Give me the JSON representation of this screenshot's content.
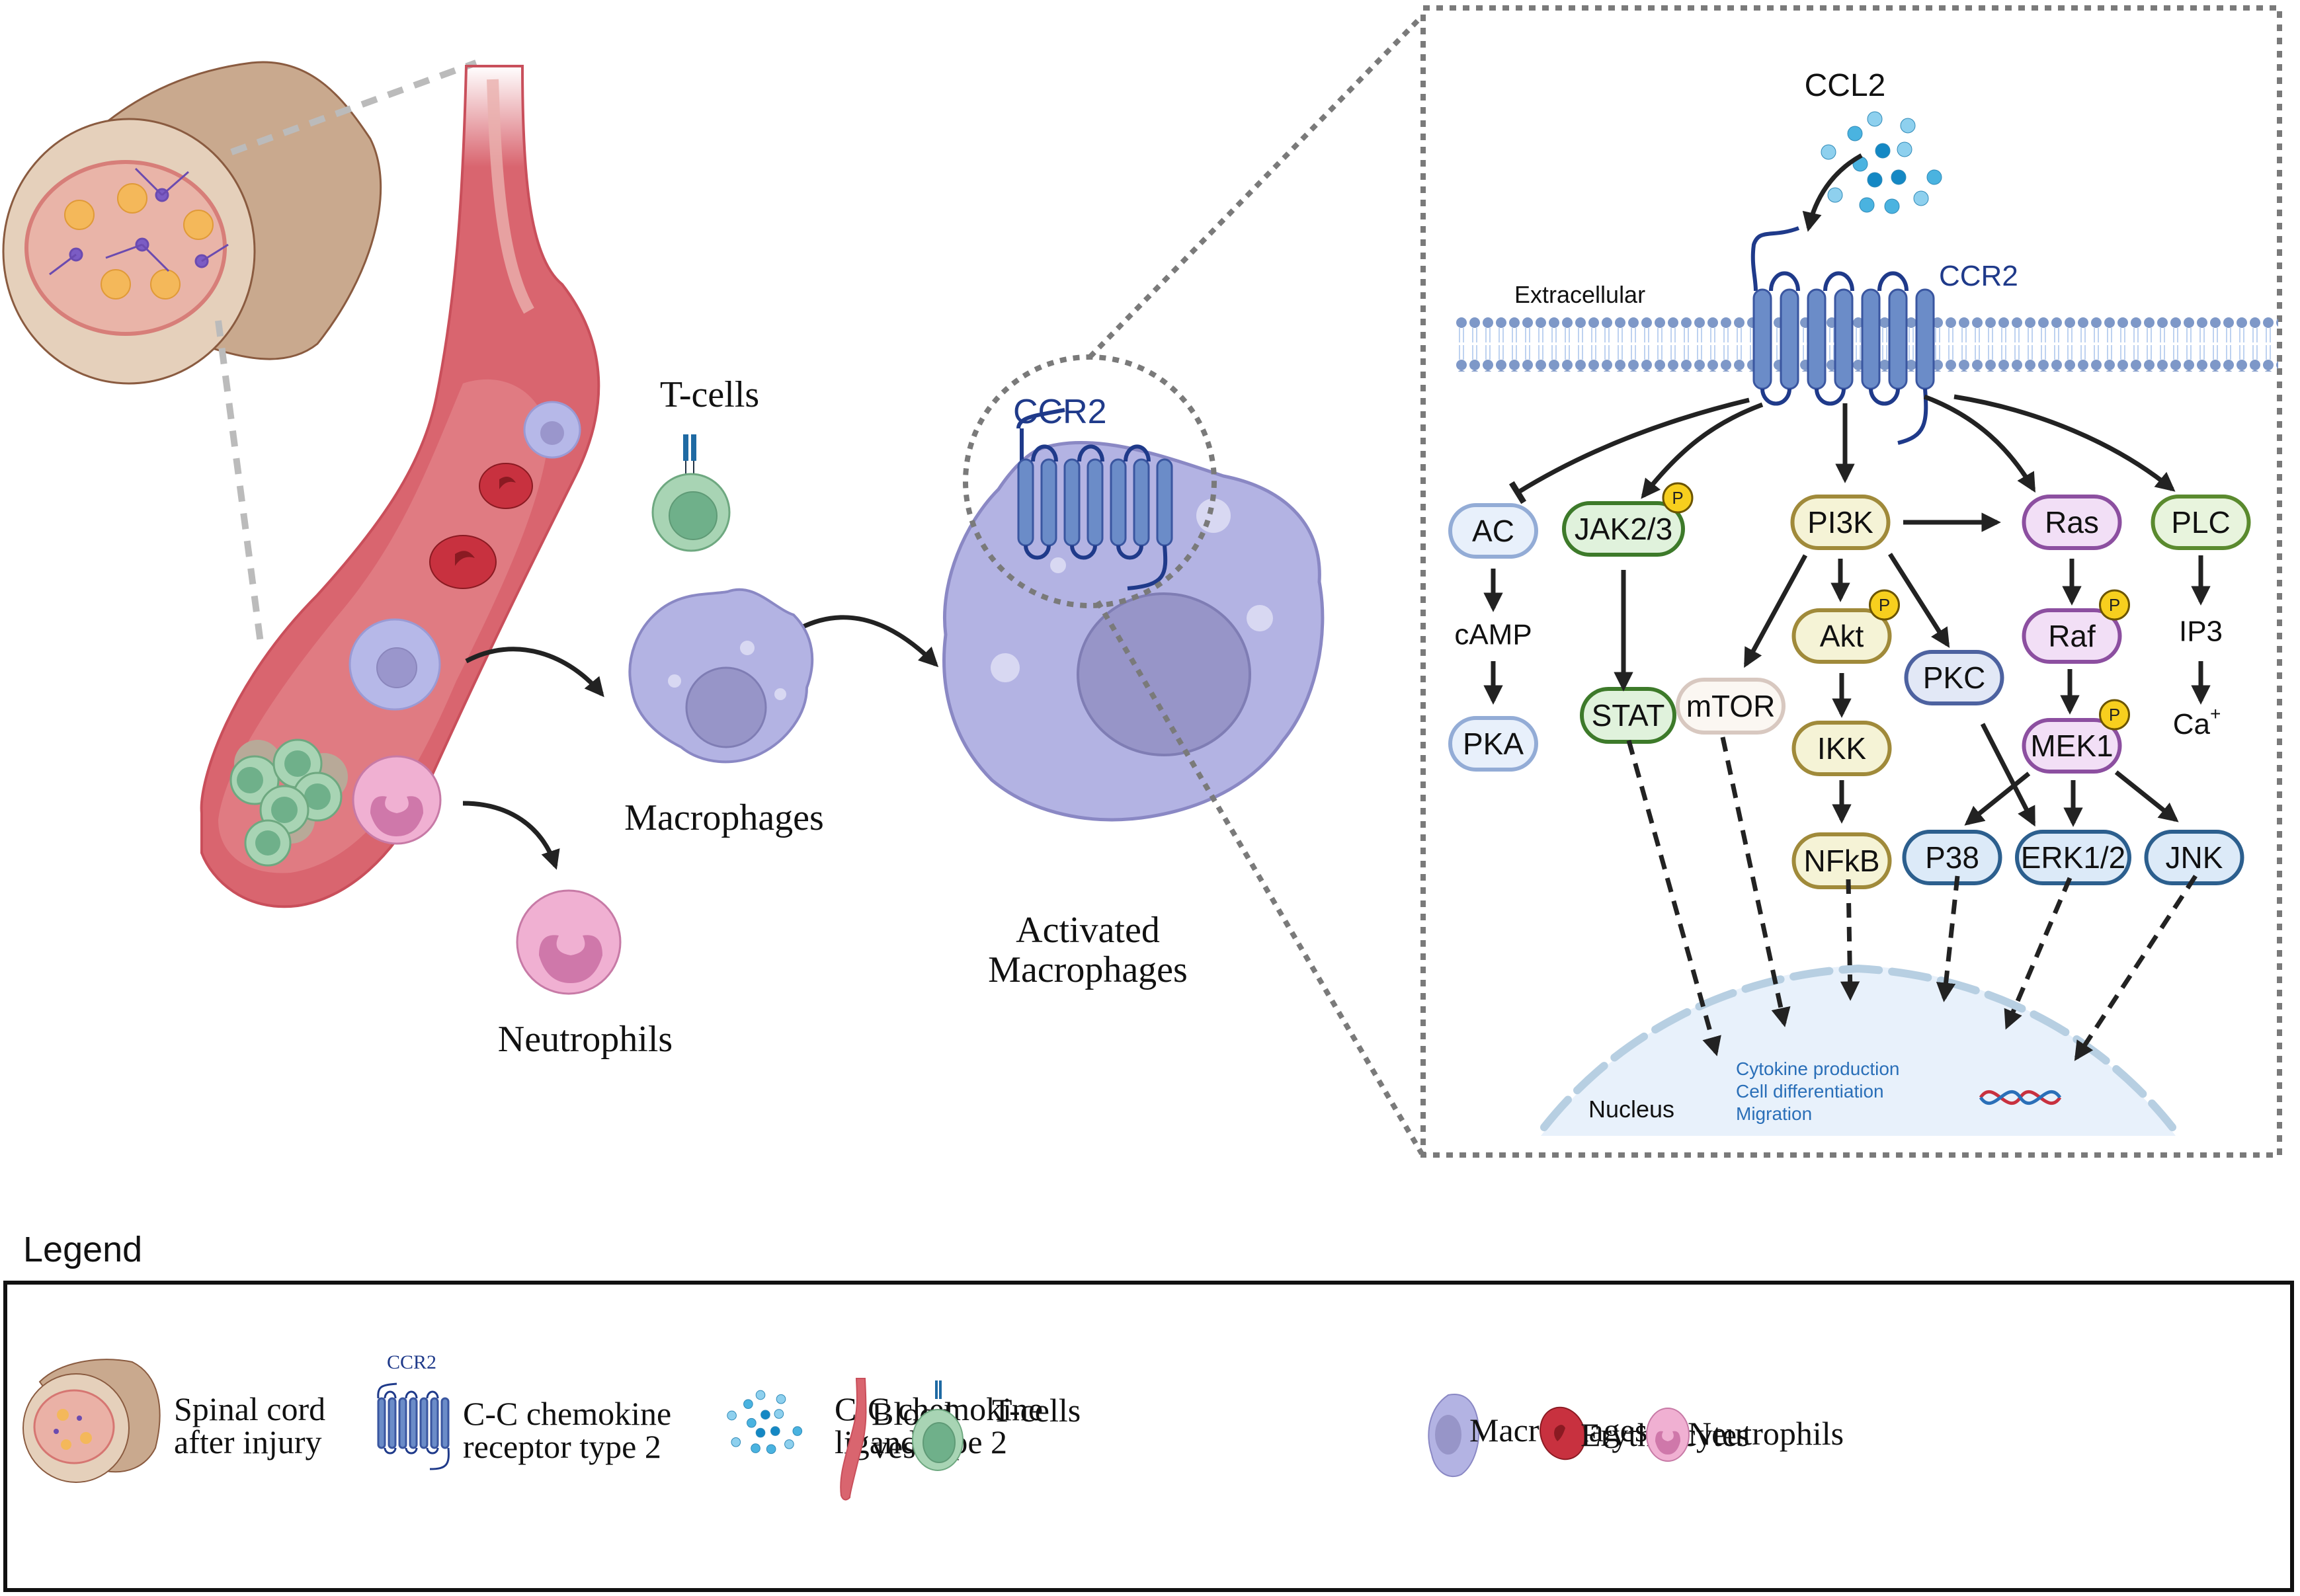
{
  "figure": {
    "left_panel": {
      "labels": {
        "t_cells": "T-cells",
        "macrophages": "Macrophages",
        "neutrophils": "Neutrophils",
        "activated_macrophages_line1": "Activated",
        "activated_macrophages_line2": "Macrophages",
        "ccr2_on_cell": "CCR2"
      }
    },
    "pathway_panel": {
      "ligand_label": "CCL2",
      "receptor_label": "CCR2",
      "membrane_label": "Extracellular",
      "phospho_badge": "P",
      "nodes": {
        "ac": "AC",
        "camp": "cAMP",
        "pka": "PKA",
        "jak": "JAK2/3",
        "stat": "STAT",
        "pi3k": "PI3K",
        "mtor": "mTOR",
        "akt": "Akt",
        "ikk": "IKK",
        "nfkb": "NFkB",
        "pkc": "PKC",
        "ras": "Ras",
        "raf": "Raf",
        "mek1": "MEK1",
        "p38": "P38",
        "erk": "ERK1/2",
        "jnk": "JNK",
        "plc": "PLC",
        "ip3": "IP3",
        "ca": "Ca",
        "ca_sup": "+"
      },
      "nucleus": {
        "label": "Nucleus",
        "outcomes": [
          "Cytokine production",
          "Cell differentiation",
          "Migration"
        ]
      }
    },
    "legend": {
      "title": "Legend",
      "items": [
        {
          "icon": "spinal-cord-icon",
          "lines": [
            "Spinal cord",
            "after injury"
          ]
        },
        {
          "icon": "ccr2-receptor-icon",
          "icon_label": "CCR2",
          "lines": [
            "C-C chemokine",
            "receptor type 2"
          ]
        },
        {
          "icon": "ccl2-ligand-icon",
          "lines": [
            "C-C chemokine",
            "ligand type 2"
          ]
        },
        {
          "icon": "blood-vessel-icon",
          "lines": [
            "Blood",
            "vessel"
          ]
        },
        {
          "icon": "t-cell-icon",
          "lines": [
            "T-cells"
          ]
        },
        {
          "icon": "macrophage-icon",
          "lines": [
            "Macrophages"
          ]
        },
        {
          "icon": "erythrocyte-icon",
          "lines": [
            "Erythrocytes"
          ]
        },
        {
          "icon": "neutrophil-icon",
          "lines": [
            "Neutrophils"
          ]
        }
      ]
    },
    "colors": {
      "receptor_blue": "#1f3a8a",
      "outcome_text_blue": "#2a6fb8",
      "vessel_red": "#d9656f",
      "macrophage_purple": "#b3b3e3",
      "tcell_green": "#a8d4b4",
      "neutrophil_pink": "#f0b0d2",
      "erythrocyte_red": "#c8313f",
      "ccl2_blue": "#4ab3e0"
    }
  }
}
